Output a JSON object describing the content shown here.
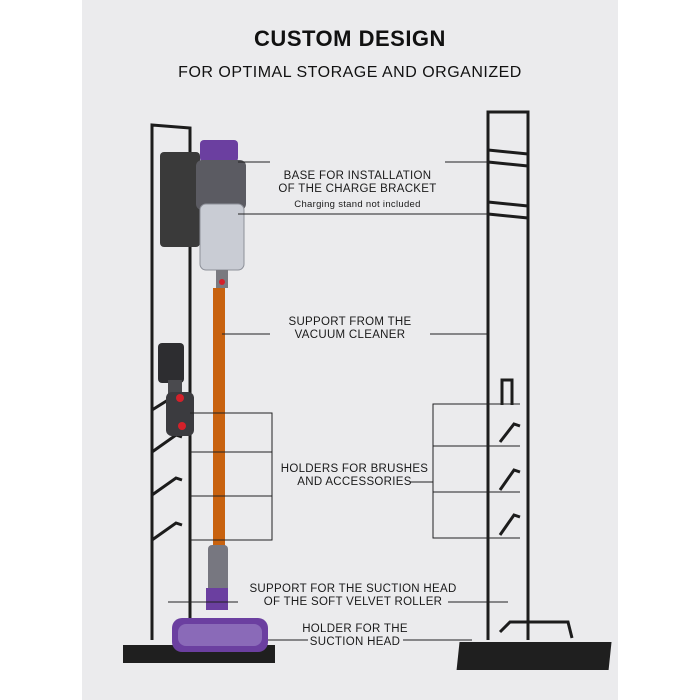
{
  "heading": "CUSTOM DESIGN",
  "subheading": "FOR OPTIMAL STORAGE AND ORGANIZED",
  "labels": {
    "base_l1": "BASE FOR INSTALLATION",
    "base_l2": "OF THE CHARGE BRACKET",
    "base_note": "Charging stand not included",
    "support_l1": "SUPPORT FROM THE",
    "support_l2": "VACUUM CLEANER",
    "holders_l1": "HOLDERS FOR BRUSHES",
    "holders_l2": "AND ACCESSORIES",
    "suction_l1": "SUPPORT FOR THE SUCTION HEAD",
    "suction_l2": "OF THE SOFT VELVET ROLLER",
    "head_l1": "HOLDER FOR THE",
    "head_l2": "SUCTION HEAD"
  },
  "colors": {
    "panel": "#ebebed",
    "stand": "#1c1c1c",
    "wand": "#c8620f",
    "accent_purple": "#6b3fa0",
    "accent_red": "#d4212a"
  }
}
